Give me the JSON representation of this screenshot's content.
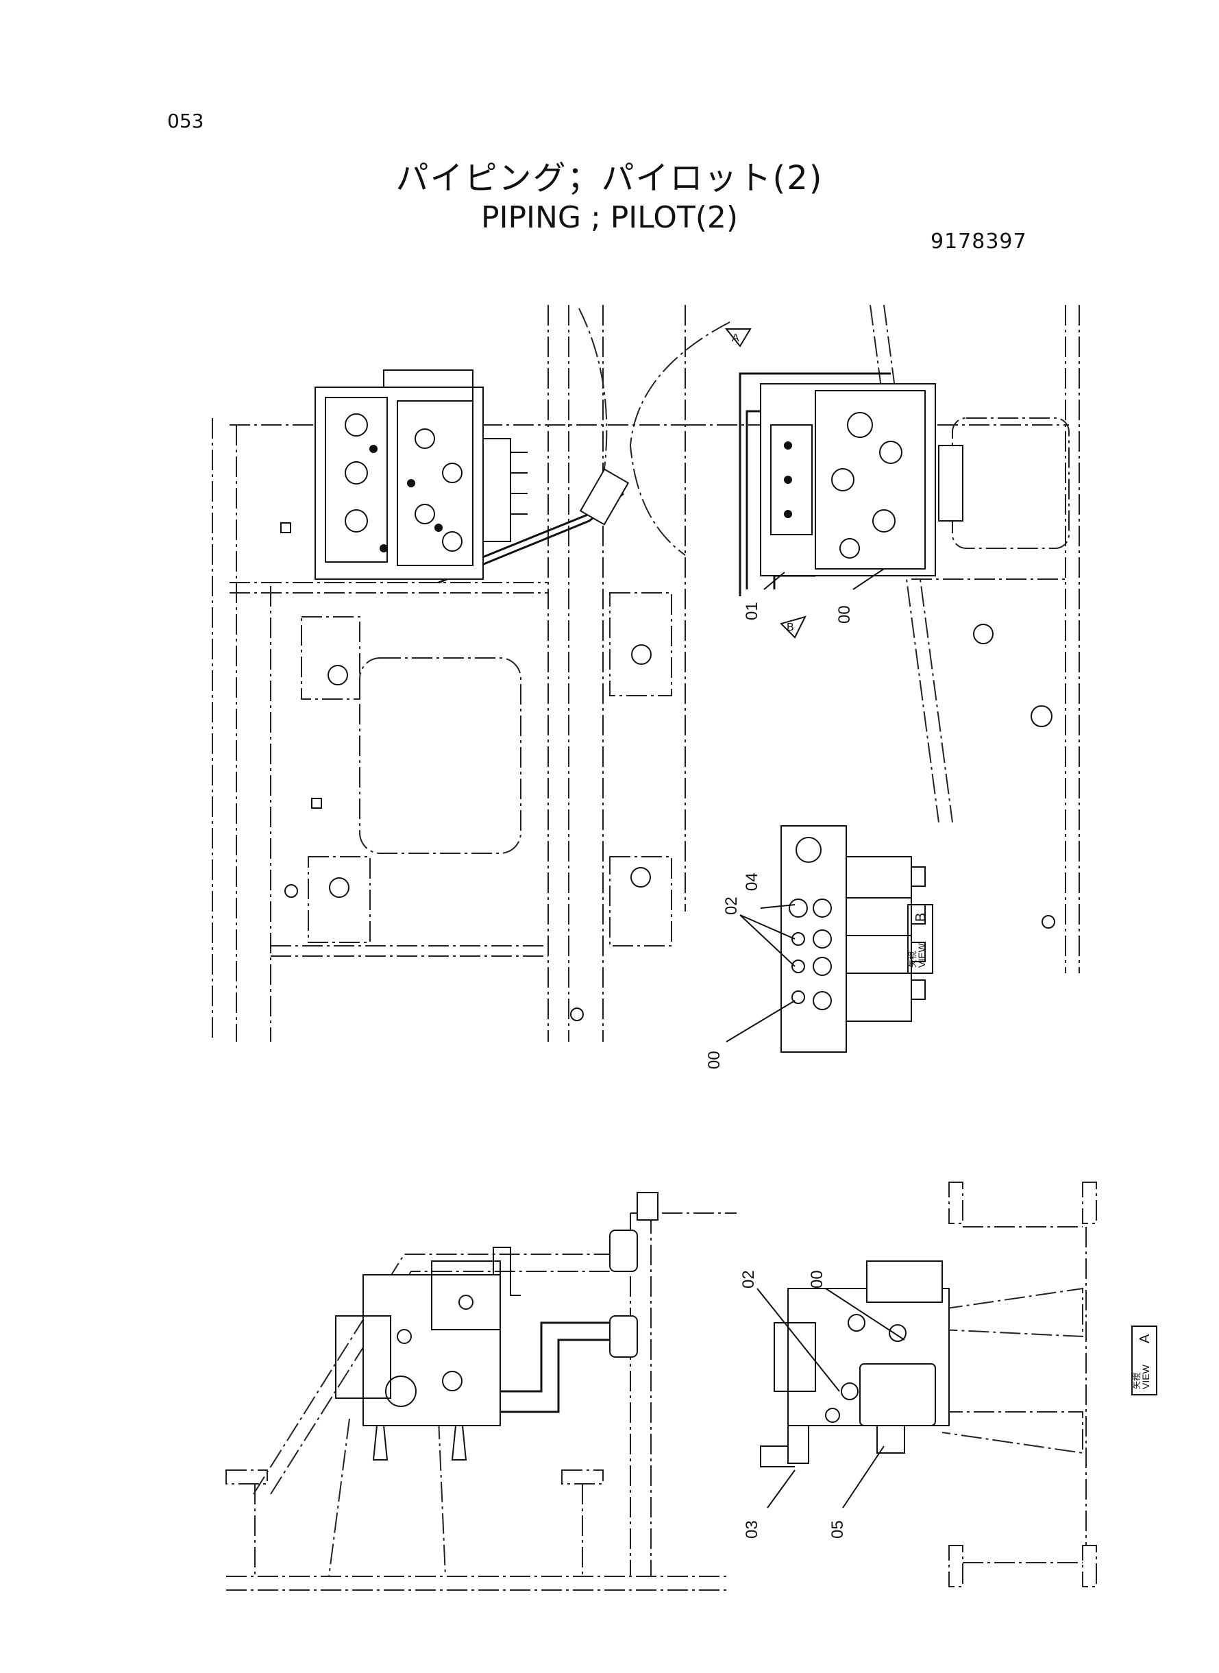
{
  "header": {
    "page_number": "053",
    "title_jp": "パイピング；パイロット(2)",
    "title_en": "PIPING ; PILOT(2)",
    "drawing_number": "9178397"
  },
  "callouts": {
    "top_right_01": "01",
    "top_right_00": "00",
    "view_b_04": "04",
    "view_b_02": "02",
    "view_b_00": "00",
    "view_a_02": "02",
    "view_a_00": "00",
    "view_a_03": "03",
    "view_a_05": "05"
  },
  "view_markers": {
    "arrow_a": "A",
    "arrow_b": "B",
    "view_b_label": "B",
    "view_a_label": "A",
    "view_jp": "矢視",
    "view_en": "VIEW"
  }
}
